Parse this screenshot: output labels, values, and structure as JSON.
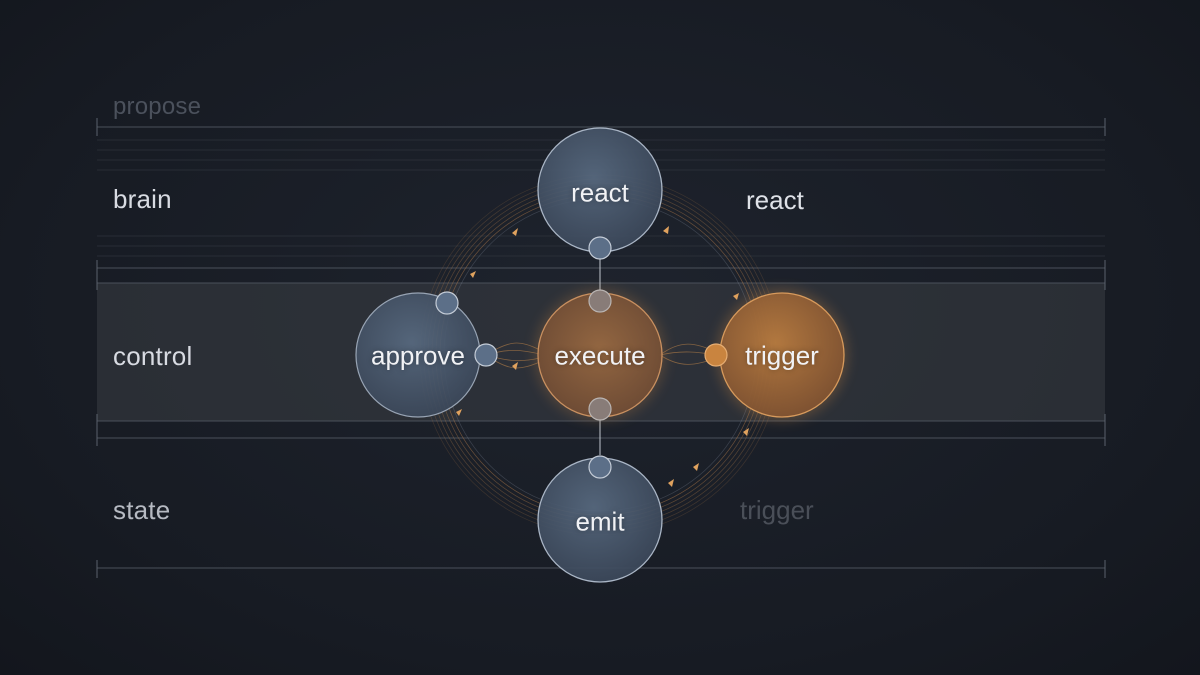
{
  "lanes": {
    "propose": "propose",
    "brain": "brain",
    "control": "control",
    "state": "state"
  },
  "side_labels": {
    "react": "react",
    "trigger": "trigger"
  },
  "nodes": {
    "react": "react",
    "approve": "approve",
    "execute": "execute",
    "trigger": "trigger",
    "emit": "emit"
  },
  "colors": {
    "background": "#181c24",
    "steel_node": "#46566b",
    "amber_node": "#a86a33",
    "amber_link": "#c98a4a",
    "grid_line": "#3a404a"
  }
}
